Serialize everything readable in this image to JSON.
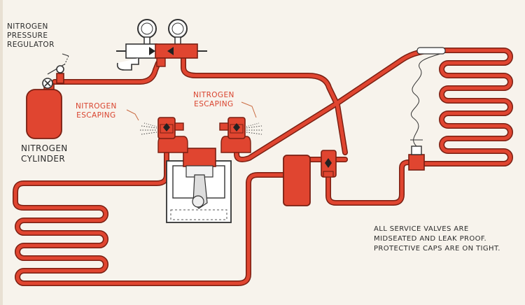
{
  "labels": {
    "regulator": [
      "NITROGEN",
      "PRESSURE",
      "REGULATOR"
    ],
    "cylinder": [
      "NITROGEN",
      "CYLINDER"
    ],
    "escaping_left": [
      "NITROGEN",
      "ESCAPING"
    ],
    "escaping_right": [
      "NITROGEN",
      "ESCAPING"
    ],
    "note": [
      "ALL SERVICE VALVES ARE",
      "MIDSEATED AND LEAK PROOF.",
      "PROTECTIVE CAPS ARE ON TIGHT."
    ]
  },
  "colors": {
    "pipe": "#e04530",
    "pipe_outline": "#7a1f12",
    "background": "#f7f3ec",
    "label_red": "#d9432e",
    "label_dark": "#2b2b2b"
  }
}
